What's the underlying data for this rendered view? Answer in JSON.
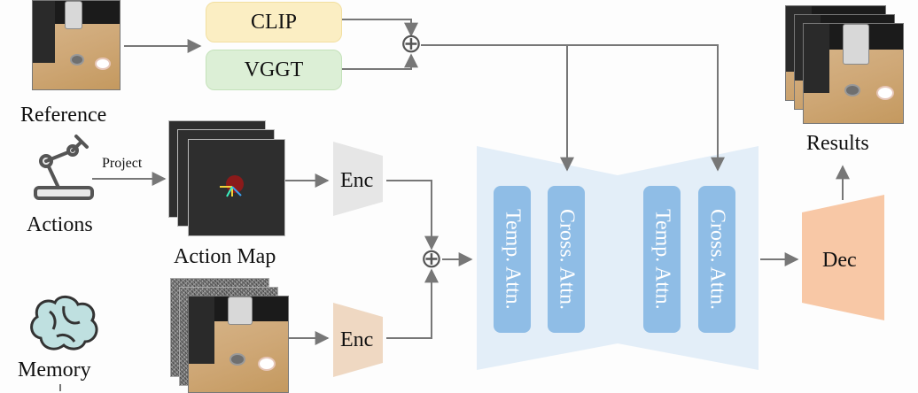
{
  "labels": {
    "reference": "Reference",
    "actions": "Actions",
    "memory": "Memory",
    "project": "Project",
    "action_map": "Action Map",
    "results": "Results"
  },
  "blocks": {
    "clip": "CLIP",
    "vggt": "VGGT",
    "enc_top": "Enc",
    "enc_bottom": "Enc",
    "dec": "Dec",
    "attn_1": "Temp. Attn.",
    "attn_2": "Cross. Attn.",
    "attn_3": "Temp. Attn.",
    "attn_4": "Cross. Attn."
  },
  "operators": {
    "plus_top": "⊕",
    "plus_mid": "⊕"
  },
  "colors": {
    "clip": "#fbeec3",
    "vggt": "#dcefd6",
    "enc": "#e6e6e6",
    "enc_memory": "#efd8c2",
    "unet": "#e3eef8",
    "attn": "#8fbde6",
    "dec": "#f8c8a6",
    "arrow": "#777777"
  },
  "icons": {
    "actions": "robot-arm-icon",
    "memory": "brain-icon"
  }
}
